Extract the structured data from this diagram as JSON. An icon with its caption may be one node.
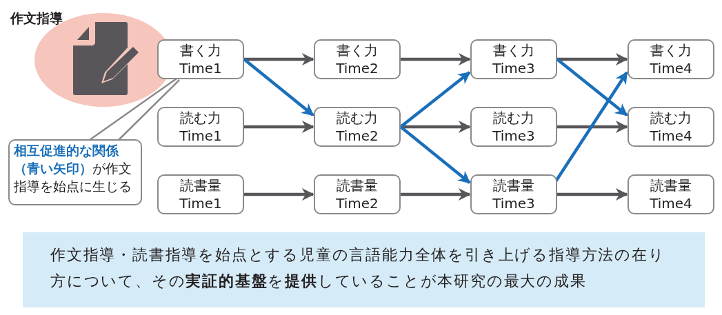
{
  "diagram": {
    "nodes": [
      {
        "text": [
          "作文指導"
        ]
      },
      {
        "text": [
          "書く力",
          "Time1"
        ]
      },
      {
        "text": [
          "書く力",
          "Time2"
        ]
      },
      {
        "text": [
          "書く力",
          "Time3"
        ]
      },
      {
        "text": [
          "書く力",
          "Time4"
        ]
      },
      {
        "text": [
          "読む力",
          "Time1"
        ]
      },
      {
        "text": [
          "読む力",
          "Time2"
        ]
      },
      {
        "text": [
          "読む力",
          "Time3"
        ]
      },
      {
        "text": [
          "読む力",
          "Time4"
        ]
      },
      {
        "text": [
          "読書量",
          "Time1"
        ]
      },
      {
        "text": [
          "読書量",
          "Time2"
        ]
      },
      {
        "text": [
          "読書量",
          "Time3"
        ]
      },
      {
        "text": [
          "読書量",
          "Time4"
        ]
      },
      {
        "text": [
          "**相互促進的な関係（青い矢印）**が作文指導を始点に生じる"
        ]
      },
      {
        "text": [
          "作文指導・読書指導を始点とする児童の言語能力全体を引き上げる指導方法の在り方について、その**実証的基盤**を**提供**していることが本研究の最大の成果"
        ]
      }
    ],
    "edges": [
      {
        "from": 1,
        "to": 2,
        "arrow": "to"
      },
      {
        "from": 2,
        "to": 3,
        "arrow": "to"
      },
      {
        "from": 3,
        "to": 4,
        "arrow": "to"
      },
      {
        "from": 5,
        "to": 6,
        "arrow": "to"
      },
      {
        "from": 6,
        "to": 7,
        "arrow": "to"
      },
      {
        "from": 7,
        "to": 8,
        "arrow": "to"
      },
      {
        "from": 9,
        "to": 10,
        "arrow": "to"
      },
      {
        "from": 10,
        "to": 11,
        "arrow": "to"
      },
      {
        "from": 11,
        "to": 12,
        "arrow": "to"
      },
      {
        "from": 1,
        "to": 6,
        "arrow": "to",
        "color": "#1a6fba"
      },
      {
        "from": 6,
        "to": 3,
        "arrow": "to",
        "color": "#1a6fba"
      },
      {
        "from": 6,
        "to": 11,
        "arrow": "to",
        "color": "#1a6fba"
      },
      {
        "from": 3,
        "to": 8,
        "arrow": "to",
        "color": "#1a6fba"
      },
      {
        "from": 11,
        "to": 4,
        "arrow": "to",
        "color": "#1a6fba"
      },
      {
        "from": 13,
        "to": 1,
        "arrow": "none",
        "color": "#8a8a8a"
      }
    ]
  }
}
